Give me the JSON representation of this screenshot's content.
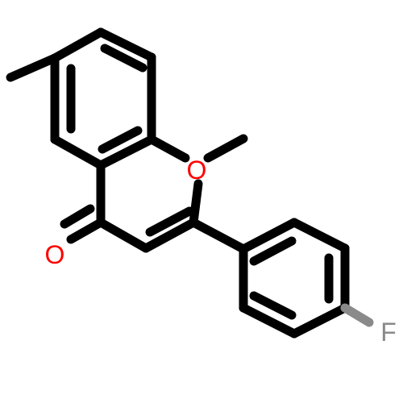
{
  "molecule": {
    "atoms": [
      {
        "id": "O-ring",
        "label": "O",
        "color": "#ff0000"
      },
      {
        "id": "O-carbonyl",
        "label": "O",
        "color": "#ff0000"
      },
      {
        "id": "F",
        "label": "F",
        "color": "#8a8a8a"
      }
    ],
    "colors": {
      "bond": "#000000",
      "oxygen": "#ff0000",
      "fluorine": "#8a8a8a"
    }
  }
}
